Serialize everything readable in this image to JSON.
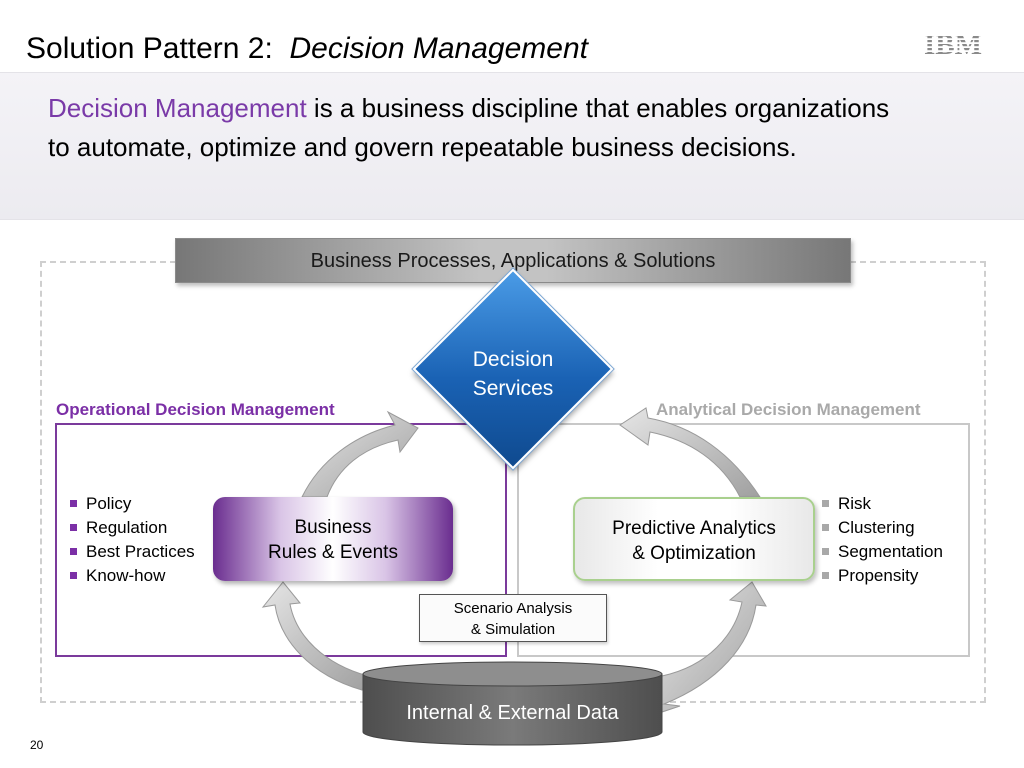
{
  "slide": {
    "title_plain": "Solution Pattern 2:",
    "title_italic": "Decision Management",
    "logo_text": "IBM",
    "page_number": "20"
  },
  "definition": {
    "highlight": "Decision Management",
    "rest": " is a business discipline that enables organizations to automate, optimize and govern repeatable business decisions.",
    "highlight_color": "#7a3aa8"
  },
  "diagram": {
    "top_bar": "Business Processes, Applications & Solutions",
    "decision_services": [
      "Decision",
      "Services"
    ],
    "operational": {
      "label": "Operational Decision Management",
      "color": "#7b2fa6",
      "items": [
        "Policy",
        "Regulation",
        "Best Practices",
        "Know-how"
      ]
    },
    "analytical": {
      "label": "Analytical Decision Management",
      "color": "#a9a9a9",
      "items": [
        "Risk",
        "Clustering",
        "Segmentation",
        "Propensity"
      ]
    },
    "business_rules": [
      "Business",
      "Rules & Events"
    ],
    "predictive": [
      "Predictive Analytics",
      "& Optimization"
    ],
    "scenario": [
      "Scenario Analysis",
      "& Simulation"
    ],
    "data_store": "Internal & External Data",
    "colors": {
      "diamond_blue": "#1a62b4",
      "data_gray": "#666666",
      "arrow_gray": "#b5b5b5"
    }
  }
}
